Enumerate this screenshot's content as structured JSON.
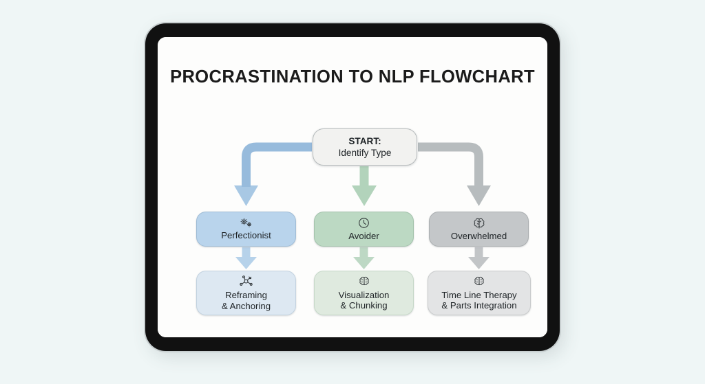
{
  "background": {
    "color": "#eff6f6"
  },
  "device": {
    "name": "tablet",
    "bezel_color": "#111111",
    "screen_color": "#fdfdfc"
  },
  "slide": {
    "title": "PROCRASTINATION TO NLP FLOWCHART"
  },
  "flowchart": {
    "start": {
      "heading": "START:",
      "subheading": "Identify Type",
      "fill": "#f2f2f0"
    },
    "types": [
      {
        "label": "Perfectionist",
        "icon": "gears-icon",
        "fill": "#b9d4ec",
        "accent": "#a8c8e4"
      },
      {
        "label": "Avoider",
        "icon": "clock-icon",
        "fill": "#bcd9c3",
        "accent": "#add0b6"
      },
      {
        "label": "Overwhelmed",
        "icon": "brain-icon",
        "fill": "#c4c7c9",
        "accent": "#b5b9bb"
      }
    ],
    "techniques": [
      {
        "label": "Reframing\n& Anchoring",
        "icon": "network-nodes-icon",
        "fill": "#dde8f2"
      },
      {
        "label": "Visualization\n& Chunking",
        "icon": "brain-split-icon",
        "fill": "#dfeadf"
      },
      {
        "label": "Time Line Therapy\n& Parts Integration",
        "icon": "brain-split-icon",
        "fill": "#e3e4e5"
      }
    ],
    "connectors": [
      {
        "name": "start-to-perfectionist",
        "shape": "elbow-left",
        "color": "#a8c8e4"
      },
      {
        "name": "start-to-avoider",
        "shape": "straight",
        "color": "#b2d3bb"
      },
      {
        "name": "start-to-overwhelmed",
        "shape": "elbow-right",
        "color": "#b7bcbe"
      },
      {
        "name": "perfectionist-to-reframing",
        "shape": "straight",
        "color": "#b6d2ea"
      },
      {
        "name": "avoider-to-visualization",
        "shape": "straight",
        "color": "#bdd8c4"
      },
      {
        "name": "overwhelmed-to-timeline",
        "shape": "straight",
        "color": "#c2c5c7"
      }
    ]
  }
}
